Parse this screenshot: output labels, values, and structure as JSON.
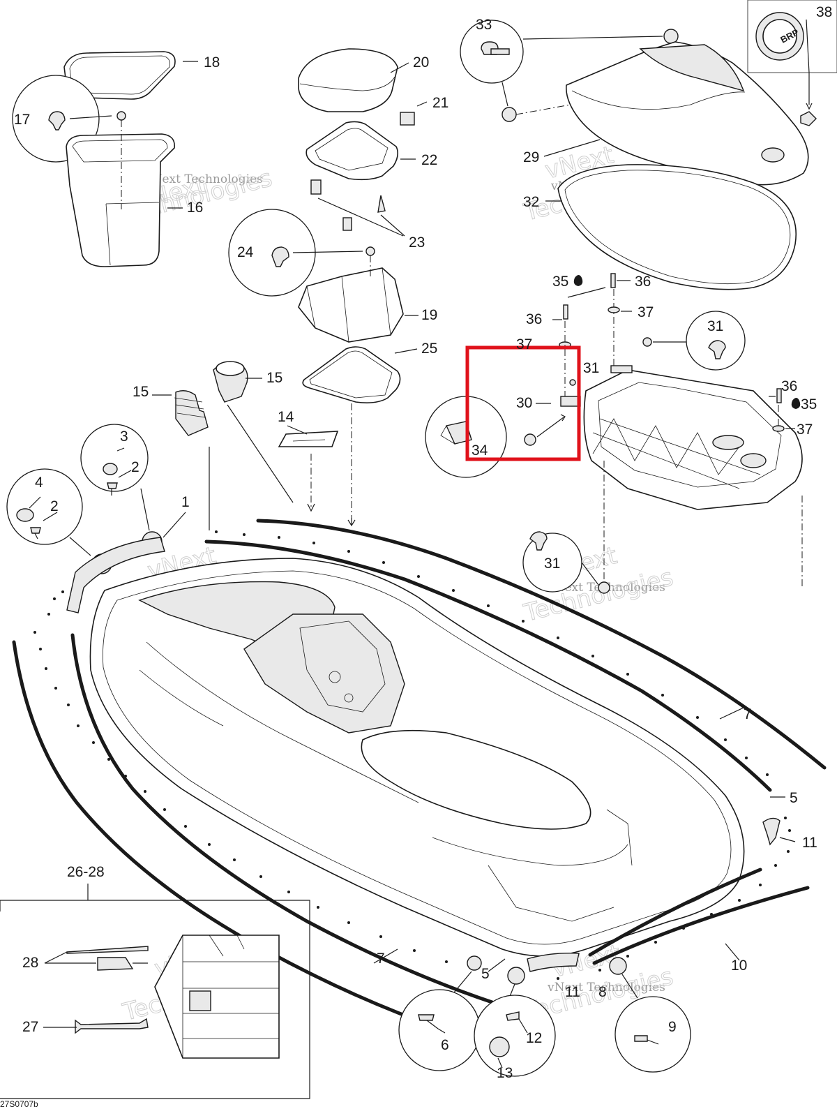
{
  "diagram": {
    "document_id": "27S0707b",
    "watermark_line": "vNext Technologies",
    "watermark_word_1": "vNext",
    "watermark_word_2": "Technologies",
    "highlight_color": "#e0121b",
    "logo_text": "BRP",
    "labels": {
      "p1": "1",
      "p2a": "2",
      "p2b": "2",
      "p3": "3",
      "p4": "4",
      "p5a": "5",
      "p5b": "5",
      "p6": "6",
      "p7a": "7",
      "p7b": "7",
      "p8": "8",
      "p9": "9",
      "p10": "10",
      "p11a": "11",
      "p11b": "11",
      "p12": "12",
      "p13": "13",
      "p14": "14",
      "p15a": "15",
      "p15b": "15",
      "p16": "16",
      "p17": "17",
      "p18": "18",
      "p19": "19",
      "p20": "20",
      "p21": "21",
      "p22": "22",
      "p23": "23",
      "p24": "24",
      "p25": "25",
      "p2628": "26-28",
      "p27": "27",
      "p28": "28",
      "p29": "29",
      "p30": "30",
      "p31a": "31",
      "p31b": "31",
      "p31c": "31",
      "p32": "32",
      "p33": "33",
      "p34": "34",
      "p35a": "35",
      "p35b": "35",
      "p36a": "36",
      "p36b": "36",
      "p36c": "36",
      "p37a": "37",
      "p37b": "37",
      "p37c": "37",
      "p38": "38"
    }
  }
}
